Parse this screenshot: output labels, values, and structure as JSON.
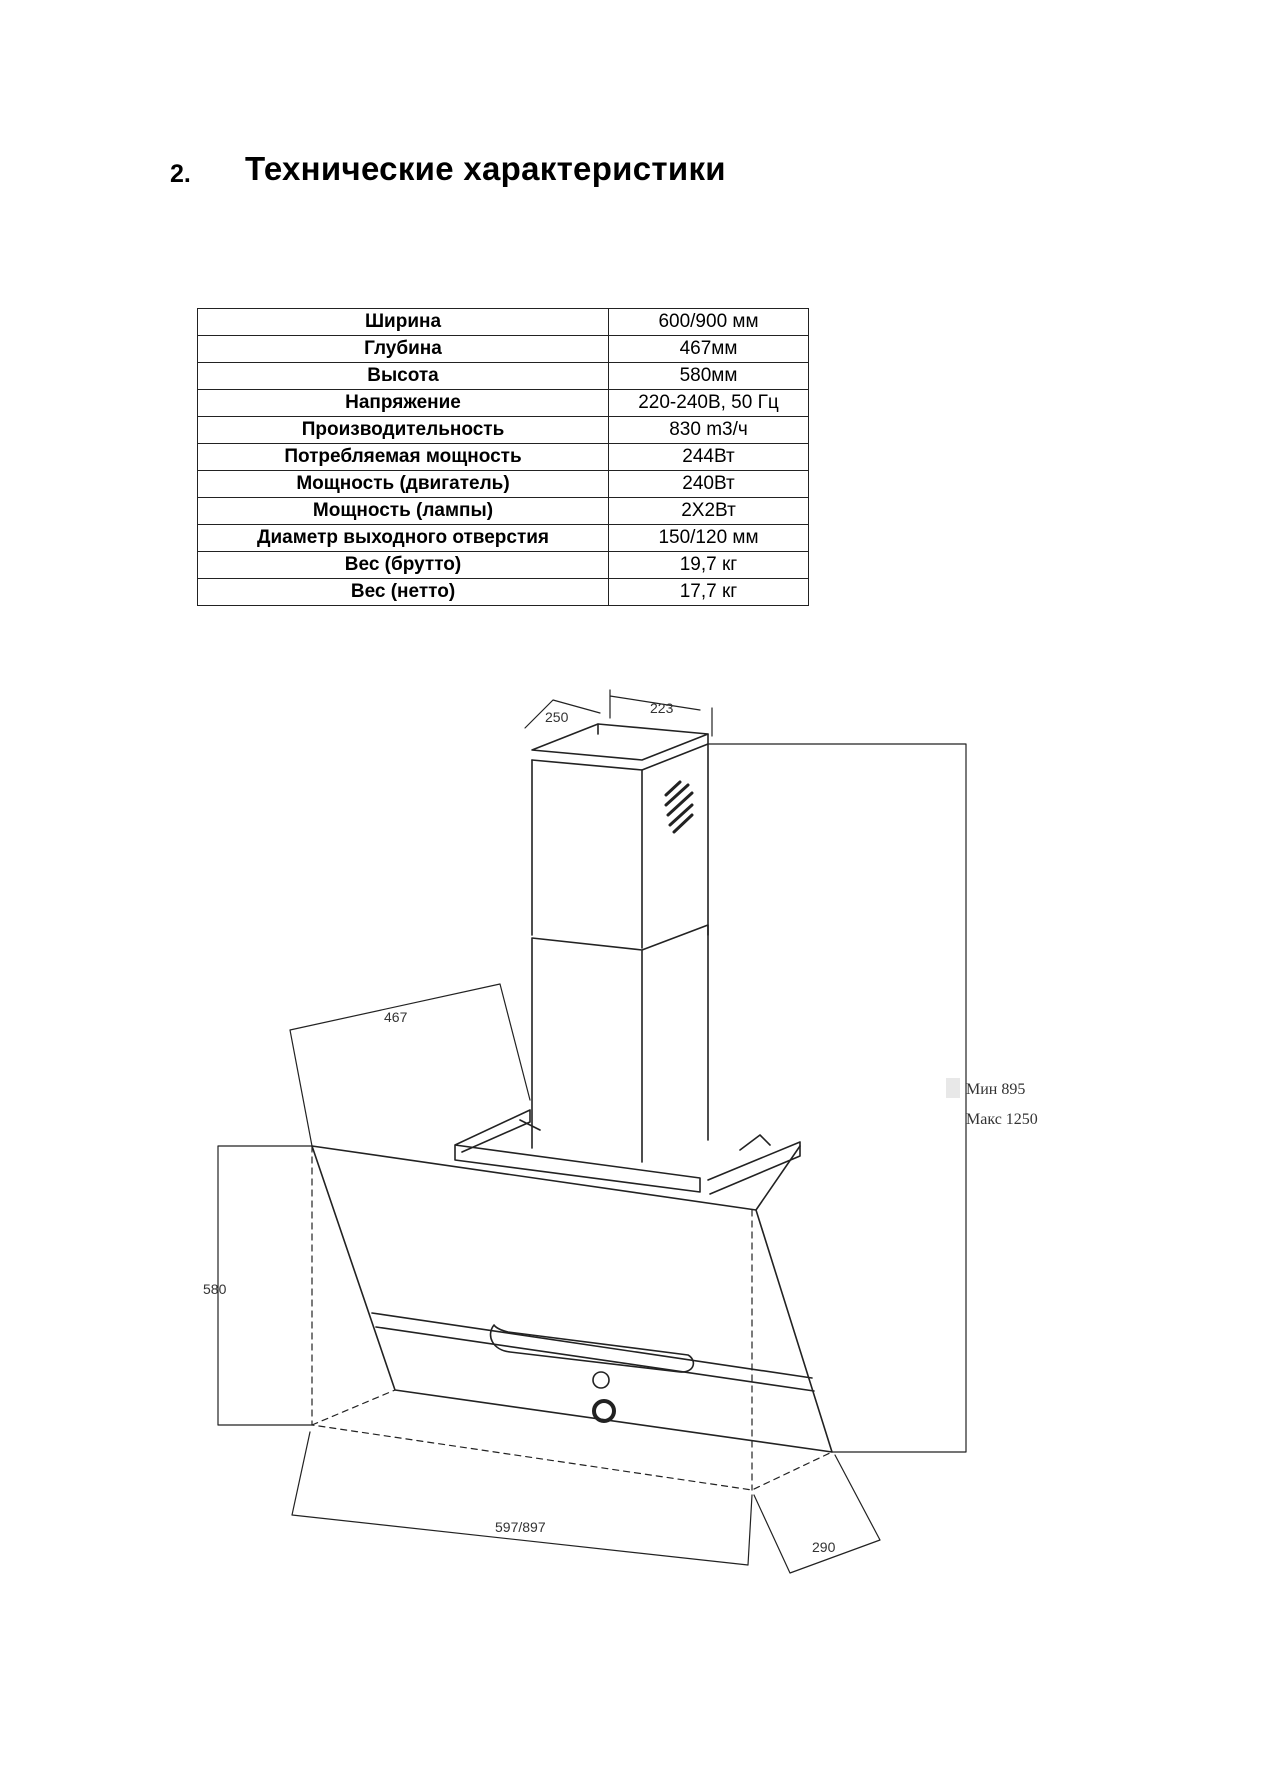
{
  "heading": {
    "number": "2.",
    "title": "Технические характеристики"
  },
  "specs": [
    {
      "label": "Ширина",
      "value": "600/900 мм"
    },
    {
      "label": "Глубина",
      "value": "467мм"
    },
    {
      "label": "Высота",
      "value": "580мм"
    },
    {
      "label": "Напряжение",
      "value": "220-240В, 50 Гц"
    },
    {
      "label": "Производительность",
      "value": "830 m3/ч"
    },
    {
      "label": "Потребляемая мощность",
      "value": "244Вт"
    },
    {
      "label": "Мощность (двигатель)",
      "value": "240Вт"
    },
    {
      "label": "Мощность (лампы)",
      "value": "2Х2Вт"
    },
    {
      "label": "Диаметр выходного отверстия",
      "value": "150/120 мм"
    },
    {
      "label": "Вес (брутто)",
      "value": "19,7 кг"
    },
    {
      "label": "Вес (нетто)",
      "value": "17,7 кг"
    }
  ],
  "drawing": {
    "dim_top_depth": "250",
    "dim_top_width": "223",
    "dim_depth": "467",
    "dim_height": "580",
    "dim_width": "597/897",
    "dim_bottom_depth": "290",
    "dim_total_min": "Мин 895",
    "dim_total_max": "Макс 1250"
  }
}
